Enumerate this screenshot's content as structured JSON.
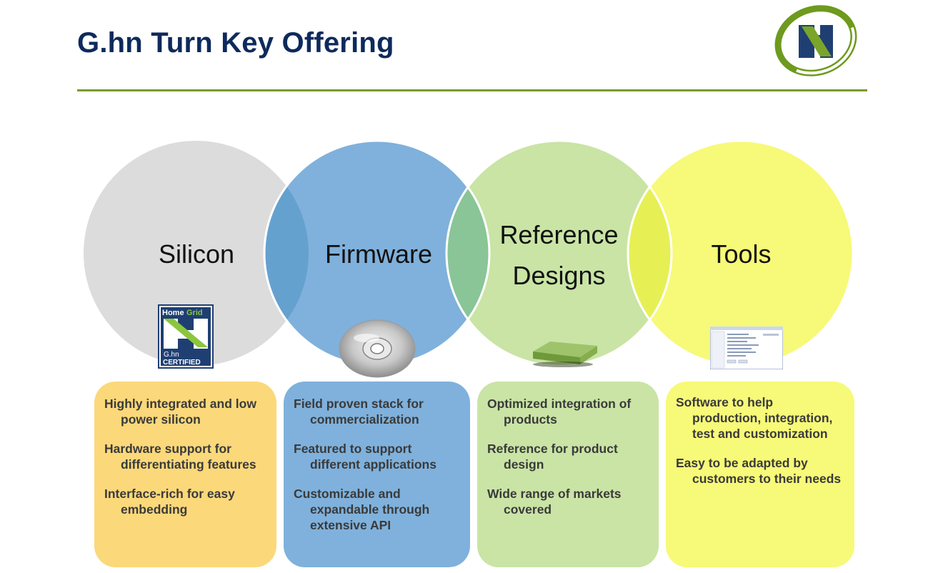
{
  "slide": {
    "title": "G.hn Turn Key Offering",
    "colors": {
      "title": "#0e2a5c",
      "rule": "#7a9a2a",
      "silicon": "#dcdcdc",
      "firmware": "#7fb1dc",
      "reference": "#c9e4a5",
      "tools": "#f7f978",
      "silicon_box": "#fbd87a"
    }
  },
  "logo": {
    "icon": "company-logo-icon"
  },
  "circles": [
    {
      "label": "Silicon",
      "icon": "homegrid-certified-icon"
    },
    {
      "label": "Firmware",
      "icon": "cd-disc-icon"
    },
    {
      "label_line1": "Reference",
      "label_line2": "Designs",
      "icon": "adapter-device-icon"
    },
    {
      "label": "Tools",
      "icon": "software-window-icon"
    }
  ],
  "homegrid_badge": {
    "brand1": "Home",
    "brand2": "Grid",
    "line1": "G.hn",
    "line2": "CERTIFIED"
  },
  "boxes": [
    {
      "items": [
        "Highly integrated and low power silicon",
        "Hardware support for differentiating features",
        "Interface-rich for easy embedding"
      ]
    },
    {
      "items": [
        "Field proven stack for commercialization",
        "Featured to support different applications",
        "Customizable and expandable through extensive API"
      ]
    },
    {
      "items": [
        "Optimized integration of products",
        "Reference for product design",
        "Wide range of markets covered"
      ]
    },
    {
      "items": [
        "Software to help production, integration, test and customization",
        "Easy to be adapted by customers to their needs"
      ]
    }
  ]
}
